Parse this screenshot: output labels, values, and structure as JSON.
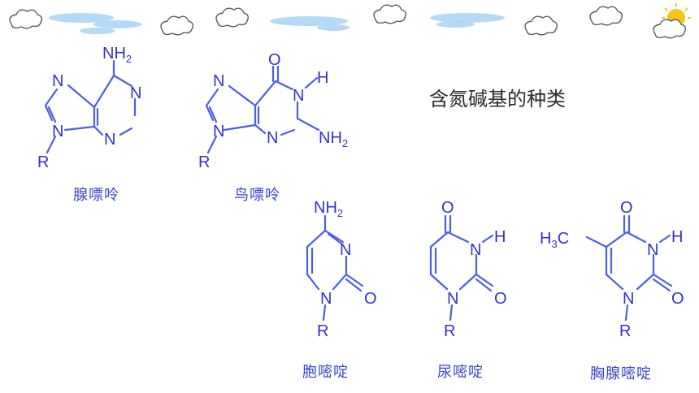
{
  "title": "含氮碱基的种类",
  "bases": {
    "adenine": {
      "name": "腺嘌呤",
      "atoms": {
        "amino": "NH",
        "amino_sub": "2",
        "n1": "N",
        "n3": "N",
        "n7": "N",
        "n9": "N",
        "r": "R"
      }
    },
    "guanine": {
      "name": "鸟嘌呤",
      "atoms": {
        "oxo": "O",
        "nh": "N",
        "h": "H",
        "n3": "N",
        "n7": "N",
        "n9": "N",
        "amino": "NH",
        "amino_sub": "2",
        "r": "R"
      }
    },
    "cytosine": {
      "name": "胞嘧啶",
      "atoms": {
        "amino": "NH",
        "amino_sub": "2",
        "n3": "N",
        "n1": "N",
        "oxo": "O",
        "r": "R"
      }
    },
    "uracil": {
      "name": "尿嘧啶",
      "atoms": {
        "oxo4": "O",
        "n3": "N",
        "h": "H",
        "n1": "N",
        "oxo2": "O",
        "r": "R"
      }
    },
    "thymine": {
      "name": "胸腺嘧啶",
      "atoms": {
        "methyl": "H",
        "methyl_sub": "3",
        "methyl_c": "C",
        "oxo4": "O",
        "n3": "N",
        "h": "H",
        "n1": "N",
        "oxo2": "O",
        "r": "R"
      }
    }
  },
  "colors": {
    "structure": "#3333cc",
    "label": "#3344cc",
    "title": "#2a2a33",
    "cloud_wisp": "#a9d4f5",
    "sun": "#f5c518"
  },
  "decor": [
    "cloud-icon",
    "sun-icon"
  ]
}
